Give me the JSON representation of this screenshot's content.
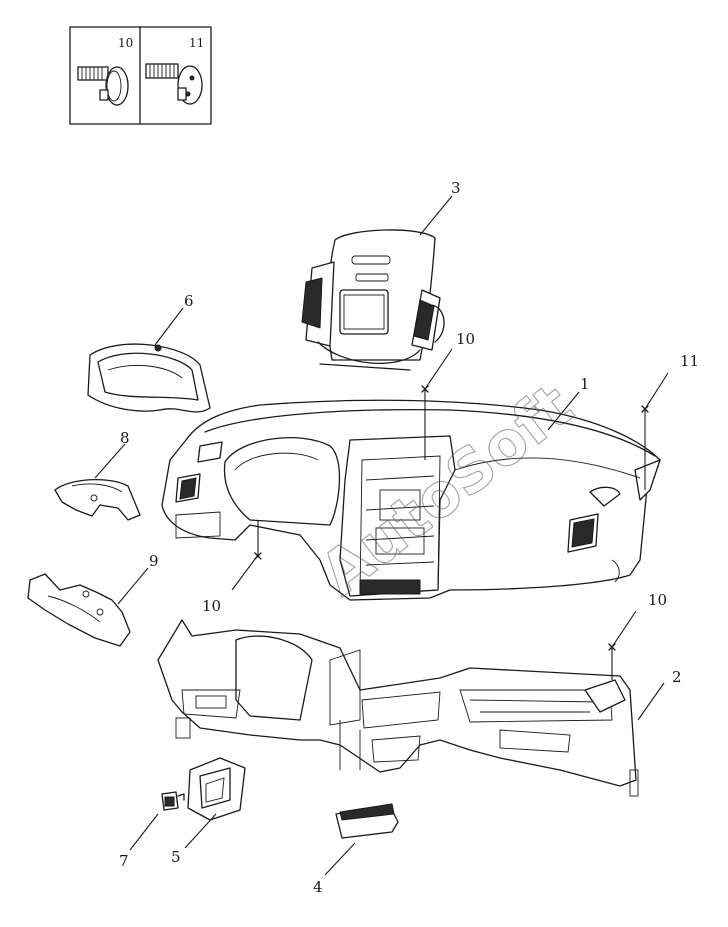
{
  "watermark": "AutoSoft",
  "inset": {
    "labels": [
      "10",
      "11"
    ]
  },
  "callouts": [
    "1",
    "2",
    "3",
    "4",
    "5",
    "6",
    "7",
    "8",
    "9",
    "10",
    "10",
    "10",
    "11"
  ]
}
